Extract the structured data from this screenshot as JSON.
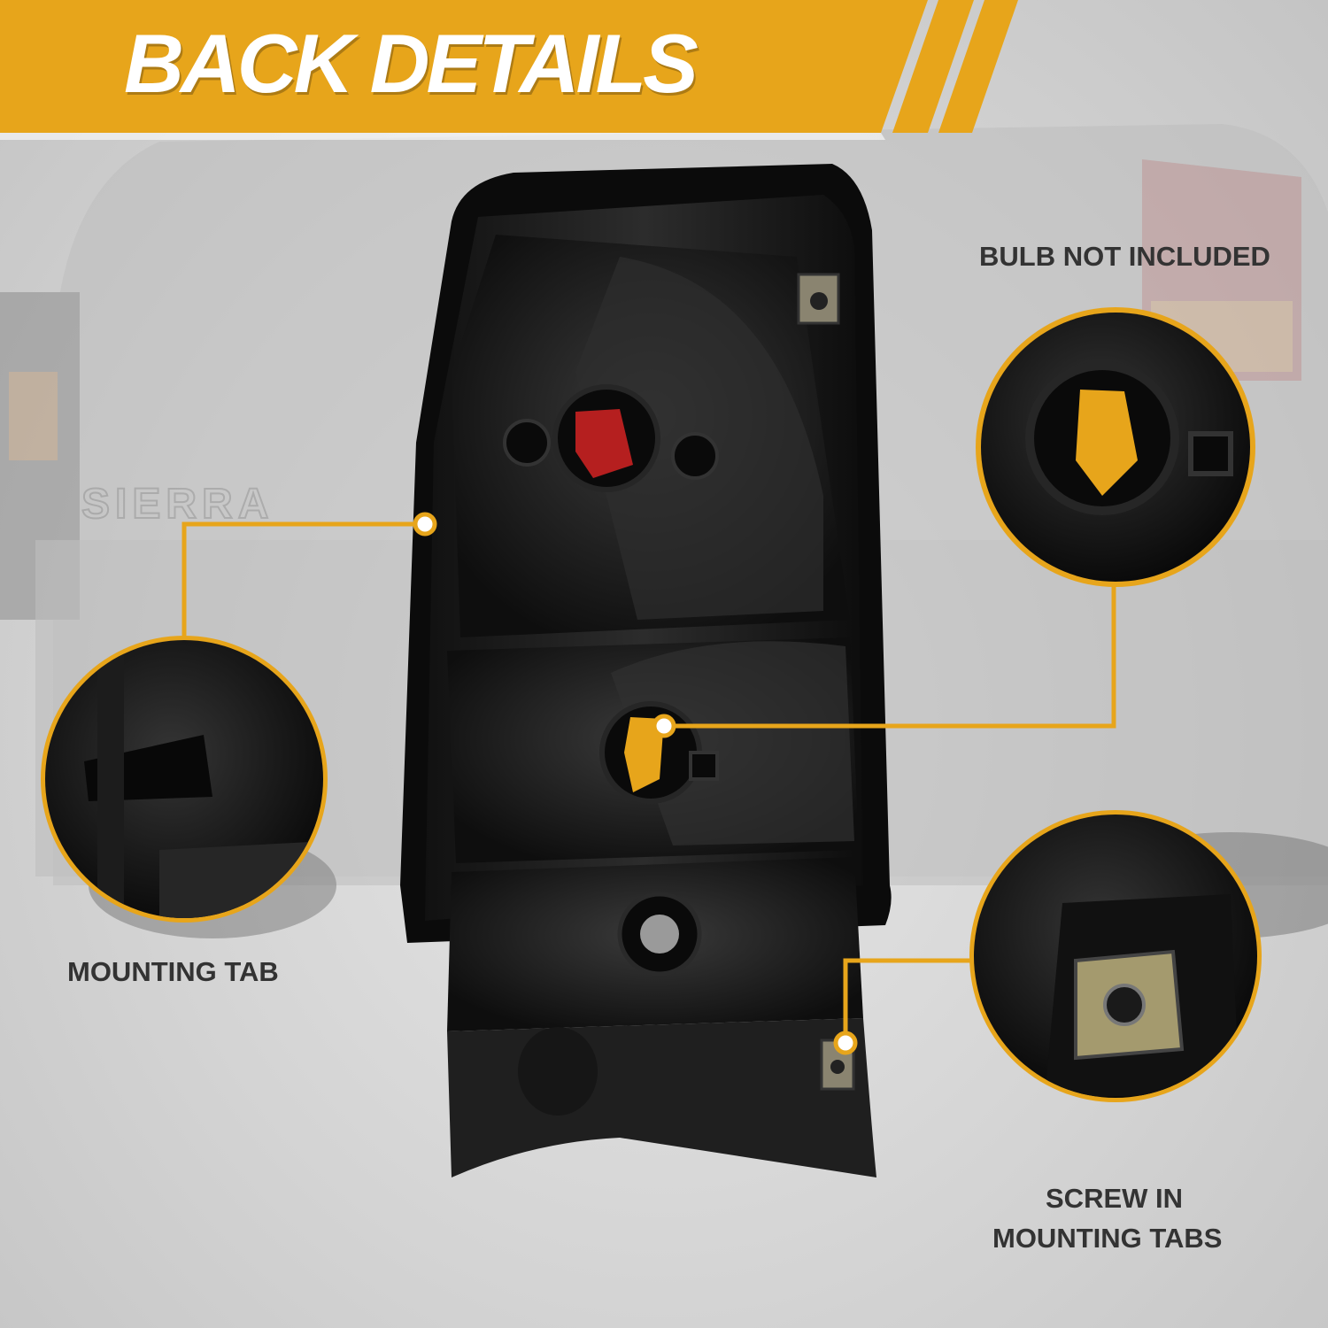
{
  "banner": {
    "title": "BACK DETAILS",
    "color": "#E7A51B"
  },
  "callouts": {
    "bulb": {
      "label": "BULB NOT INCLUDED"
    },
    "mounting_tab": {
      "label": "MOUNTING TAB"
    },
    "screw_tabs": {
      "line1": "SCREW IN",
      "line2": "MOUNTING TABS"
    }
  },
  "background_text": "SIERRA",
  "accent_color": "#E7A51B"
}
